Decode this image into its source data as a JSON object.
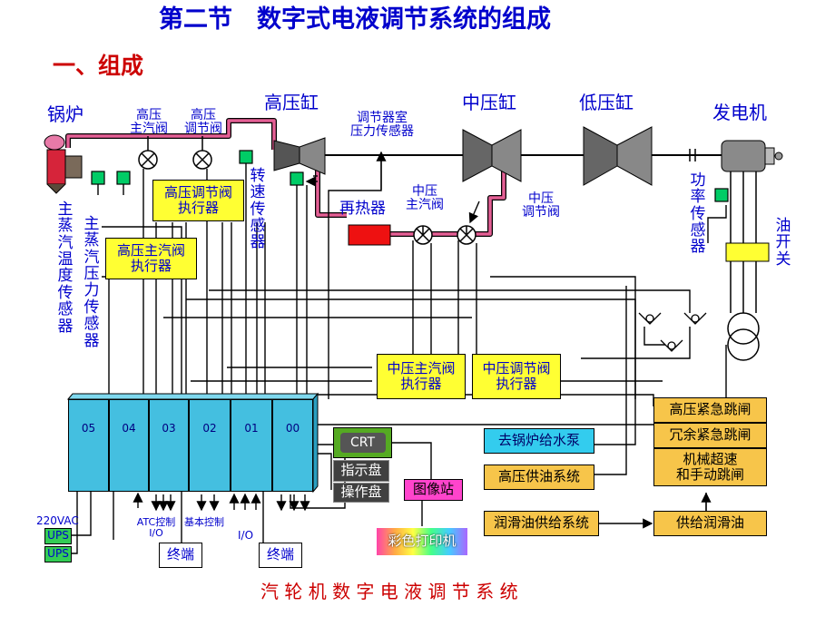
{
  "title": "第二节　数字式电液调节系统的组成",
  "section": "一、组成",
  "footer": "汽 轮 机 数 字 电 液 调 节 系 统",
  "labels": {
    "boiler": "锅炉",
    "hp_cyl": "高压缸",
    "ip_cyl": "中压缸",
    "lp_cyl": "低压缸",
    "generator": "发电机",
    "hp_main_valve": "高压\n主汽阀",
    "hp_ctrl_valve": "高压\n调节阀",
    "reg_room_sensor": "调节器室\n压力传感器",
    "reheater": "再热器",
    "ip_main_valve": "中压\n主汽阀",
    "ip_ctrl_valve": "中压\n调节阀",
    "steam_temp_sensor": "主蒸汽温度传感器",
    "steam_press_sensor": "主蒸汽压力传感器",
    "speed_sensor": "转速传感器",
    "power_sensor": "功率传感器",
    "oil_switch": "油开关",
    "v220": "220VAC",
    "atc_io": "ATC控制\nI/O",
    "basic_ctrl": "基本控制",
    "io": "I/O"
  },
  "boxes": {
    "hp_ctrl_act": "高压调节阀\n执行器",
    "hp_main_act": "高压主汽阀\n执行器",
    "ip_main_act": "中压主汽阀\n执行器",
    "ip_ctrl_act": "中压调节阀\n执行器",
    "to_boiler_pump": "去锅炉给水泵",
    "hp_oil": "高压供油系统",
    "lube_oil": "润滑油供给系统",
    "hp_emergency": "高压紧急跳闸",
    "redundant_emergency": "冗余紧急跳闸",
    "overspeed": "机械超速\n和手动跳闸",
    "lube_supply": "供给润滑油",
    "crt": "CRT",
    "indicator": "指示盘",
    "operation": "操作盘",
    "image_station": "图像站",
    "printer": "彩色打印机",
    "terminal1": "终端",
    "terminal2": "终端",
    "ups1": "UPS",
    "ups2": "UPS"
  },
  "modules": [
    "05",
    "04",
    "03",
    "02",
    "01",
    "00"
  ],
  "colors": {
    "title": "#0000cc",
    "section": "#cc0000",
    "steam_pipe": "#e55f95",
    "actuator": "#ffff33",
    "system_box": "#f7c54a",
    "module": "#44bfe0",
    "reheater": "#ee1111",
    "sensor": "#00cc66"
  }
}
